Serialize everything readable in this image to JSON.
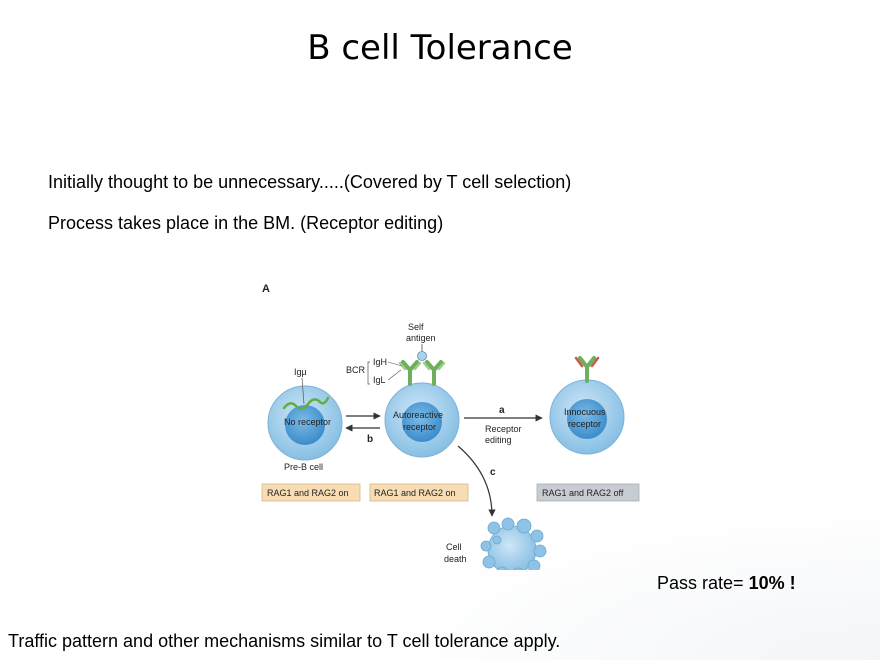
{
  "slide": {
    "title": "B cell Tolerance",
    "bullets": [
      "Initially thought to be unnecessary.....(Covered by T cell selection)",
      "Process takes place in the BM. (Receptor editing)"
    ],
    "pass_rate_label": "Pass rate=",
    "pass_rate_value": "10% !",
    "footer": "Traffic pattern and other mechanisms similar to T cell tolerance apply."
  },
  "figure": {
    "panel_label": "A",
    "self_antigen_line1": "Self",
    "self_antigen_line2": "antigen",
    "igmu_label": "Igμ",
    "bcr_label": "BCR",
    "igh_label": "IgH",
    "igl_label": "IgL",
    "cell1_label": "No receptor",
    "cell1_caption": "Pre-B cell",
    "cell2_label_line1": "Autoreactive",
    "cell2_label_line2": "receptor",
    "cell3_label_line1": "Innocuous",
    "cell3_label_line2": "receptor",
    "arrow_a": "a",
    "arrow_a_text_line1": "Receptor",
    "arrow_a_text_line2": "editing",
    "arrow_b": "b",
    "arrow_c": "c",
    "death_line1": "Cell",
    "death_line2": "death",
    "box1": "RAG1 and RAG2 on",
    "box2": "RAG1 and RAG2 on",
    "box3": "RAG1 and RAG2 off",
    "colors": {
      "cell_fill": "#9ccbe8",
      "nucleus_fill": "#4f9fd6",
      "rag_on_fill": "#f7dcb4",
      "rag_off_fill": "#c7ccd2",
      "receptor_green": "#6fae5c",
      "receptor_red": "#c95a4a"
    }
  }
}
